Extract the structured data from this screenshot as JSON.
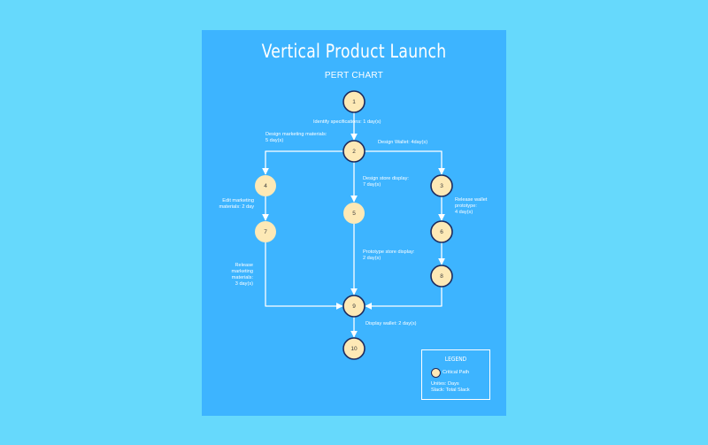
{
  "header": {
    "title": "Vertical Product Launch",
    "subtitle": "PERT CHART"
  },
  "colors": {
    "page_bg": "#66d9fc",
    "poster_bg": "#3db4ff",
    "node_fill": "#fde9b6",
    "critical_stroke": "#1d2b5e",
    "line": "#ffffff"
  },
  "nodes": [
    {
      "id": "1",
      "label": "1",
      "critical": true
    },
    {
      "id": "2",
      "label": "2",
      "critical": true
    },
    {
      "id": "3",
      "label": "3",
      "critical": true
    },
    {
      "id": "4",
      "label": "4",
      "critical": false
    },
    {
      "id": "5",
      "label": "5",
      "critical": false
    },
    {
      "id": "6",
      "label": "6",
      "critical": true
    },
    {
      "id": "7",
      "label": "7",
      "critical": false
    },
    {
      "id": "8",
      "label": "8",
      "critical": true
    },
    {
      "id": "9",
      "label": "9",
      "critical": true
    },
    {
      "id": "10",
      "label": "10",
      "critical": true
    }
  ],
  "edges": [
    {
      "from": "1",
      "to": "2"
    },
    {
      "from": "2",
      "to": "4"
    },
    {
      "from": "2",
      "to": "5"
    },
    {
      "from": "2",
      "to": "3"
    },
    {
      "from": "4",
      "to": "7"
    },
    {
      "from": "3",
      "to": "6"
    },
    {
      "from": "6",
      "to": "8"
    },
    {
      "from": "7",
      "to": "9"
    },
    {
      "from": "5",
      "to": "9"
    },
    {
      "from": "8",
      "to": "9"
    },
    {
      "from": "9",
      "to": "10"
    }
  ],
  "labels": {
    "identify_specs": "Identify specifications: 1 day(s)",
    "design_marketing_1": "Design marketing materials:",
    "design_marketing_2": "5 day(s)",
    "design_wallet": "Design Wallet: 4day(s)",
    "design_store_1": "Design store display:",
    "design_store_2": "7 day(s)",
    "edit_marketing_1": "Edit marketing",
    "edit_marketing_2": "materials: 2 day",
    "release_prototype_1": "Release wallet",
    "release_prototype_2": "prototype:",
    "release_prototype_3": "4 day(s)",
    "release_marketing_1": "Release",
    "release_marketing_2": "marketing",
    "release_marketing_3": "materials:",
    "release_marketing_4": "3 day(s)",
    "prototype_store_1": "Prototype store display:",
    "prototype_store_2": "2 day(s)",
    "display_wallet": "Display wallet: 2 day(s)"
  },
  "legend": {
    "title": "LEGEND",
    "critical_path": "Critical Path",
    "units": "Unites: Days",
    "slack": "Slack: Total Slack"
  }
}
